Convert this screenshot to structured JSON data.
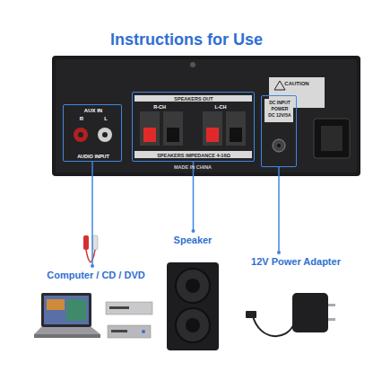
{
  "diagram": {
    "title": "Instructions for Use",
    "nodes": [
      {
        "text": [
          "AUX IN",
          "R",
          "L",
          "AUDIO INPUT"
        ]
      },
      {
        "text": [
          "SPEAKERS OUT",
          "R-CH",
          "L-CH",
          "SPEAKERS IMPEDANCE 4-16Ω"
        ]
      },
      {
        "text": [
          "DC INPUT",
          "POWER",
          "DC 12V/5A"
        ]
      },
      {
        "text": [
          "Computer / CD / DVD"
        ]
      },
      {
        "text": [
          "Speaker"
        ]
      },
      {
        "text": [
          "12V Power Adapter"
        ]
      }
    ],
    "edges": [
      {
        "from": 0,
        "to": 3,
        "arrow": "none"
      },
      {
        "from": 1,
        "to": 4,
        "arrow": "none"
      },
      {
        "from": 2,
        "to": 5,
        "arrow": "none"
      }
    ],
    "labels": [
      "CAUTION",
      "MADE IN CHINA"
    ]
  }
}
